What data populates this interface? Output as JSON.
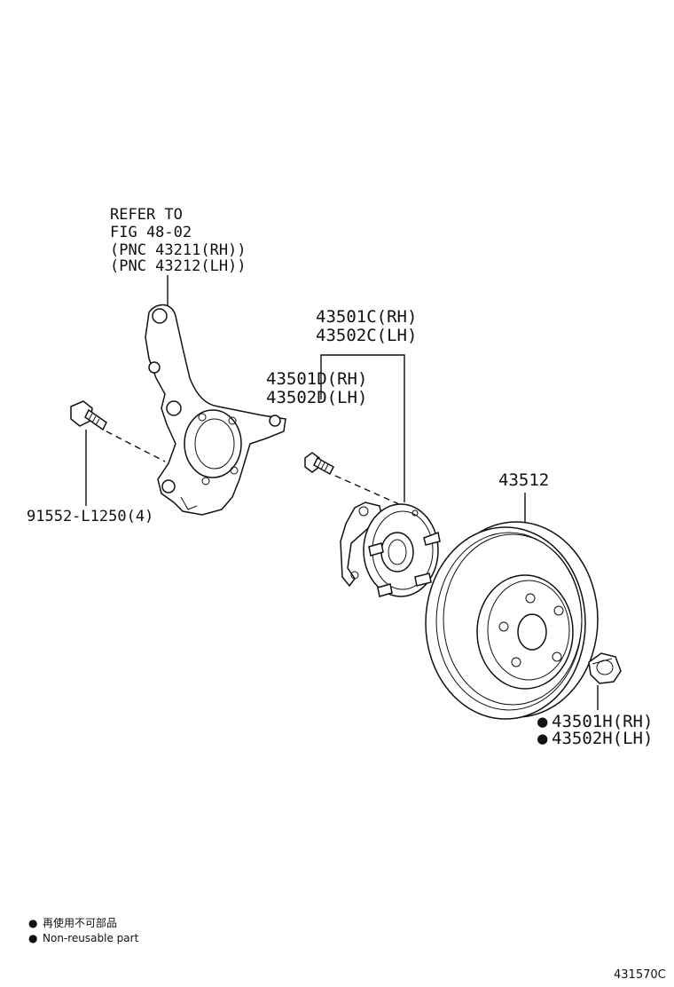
{
  "knuckle_ref": {
    "line1": "REFER TO",
    "line2": "FIG 48-02",
    "line3": "(PNC 43211(RH))",
    "line4": "(PNC 43212(LH))"
  },
  "hub_bearing": {
    "rh": "43501C(RH)",
    "lh": "43502C(LH)"
  },
  "hub_bolt": {
    "rh": "43501D(RH)",
    "lh": "43502D(LH)"
  },
  "knuckle_bolt": {
    "label": "91552-L1250(4)"
  },
  "rotor": {
    "label": "43512"
  },
  "lock_nut": {
    "rh": "43501H(RH)",
    "lh": "43502H(LH)",
    "symbol": "●"
  },
  "legend": {
    "symbol": "●",
    "line1": "再使用不可部品",
    "line2": "Non-reusable part"
  },
  "figure_id": "431570C"
}
